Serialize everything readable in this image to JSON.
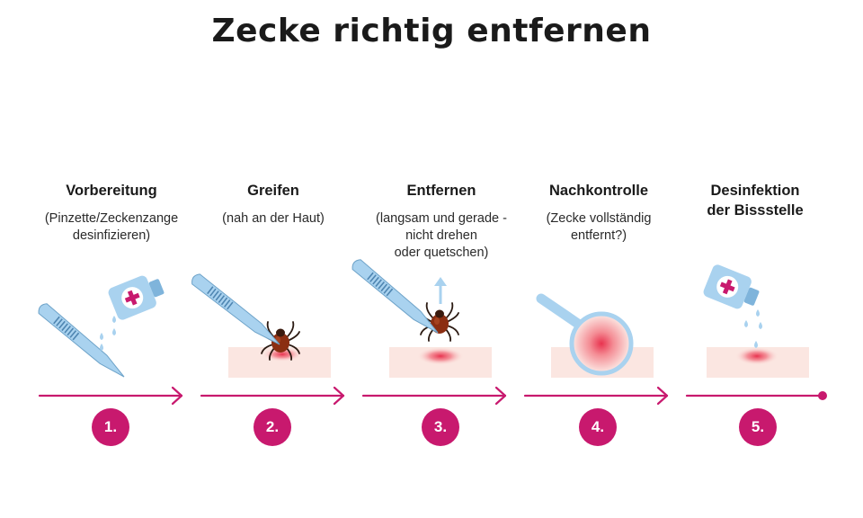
{
  "title": "Zecke richtig entfernen",
  "colors": {
    "accent": "#c8196e",
    "tool": "#a9d2ef",
    "tool_stroke": "#6ea3c9",
    "skin": "#fbe6e1",
    "wound": "#e84057",
    "tick": "#8b2e12"
  },
  "steps": [
    {
      "number": "1.",
      "title": "Vorbereitung",
      "description": "(Pinzette/Zeckenzange\ndesinfizieren)"
    },
    {
      "number": "2.",
      "title": "Greifen",
      "description": "(nah an der Haut)"
    },
    {
      "number": "3.",
      "title": "Entfernen",
      "description": "(langsam und gerade -\nnicht drehen\noder quetschen)"
    },
    {
      "number": "4.",
      "title": "Nachkontrolle",
      "description": "(Zecke vollständig\nentfernt?)"
    },
    {
      "number": "5.",
      "title": "Desinfektion\nder Bissstelle",
      "description": ""
    }
  ]
}
